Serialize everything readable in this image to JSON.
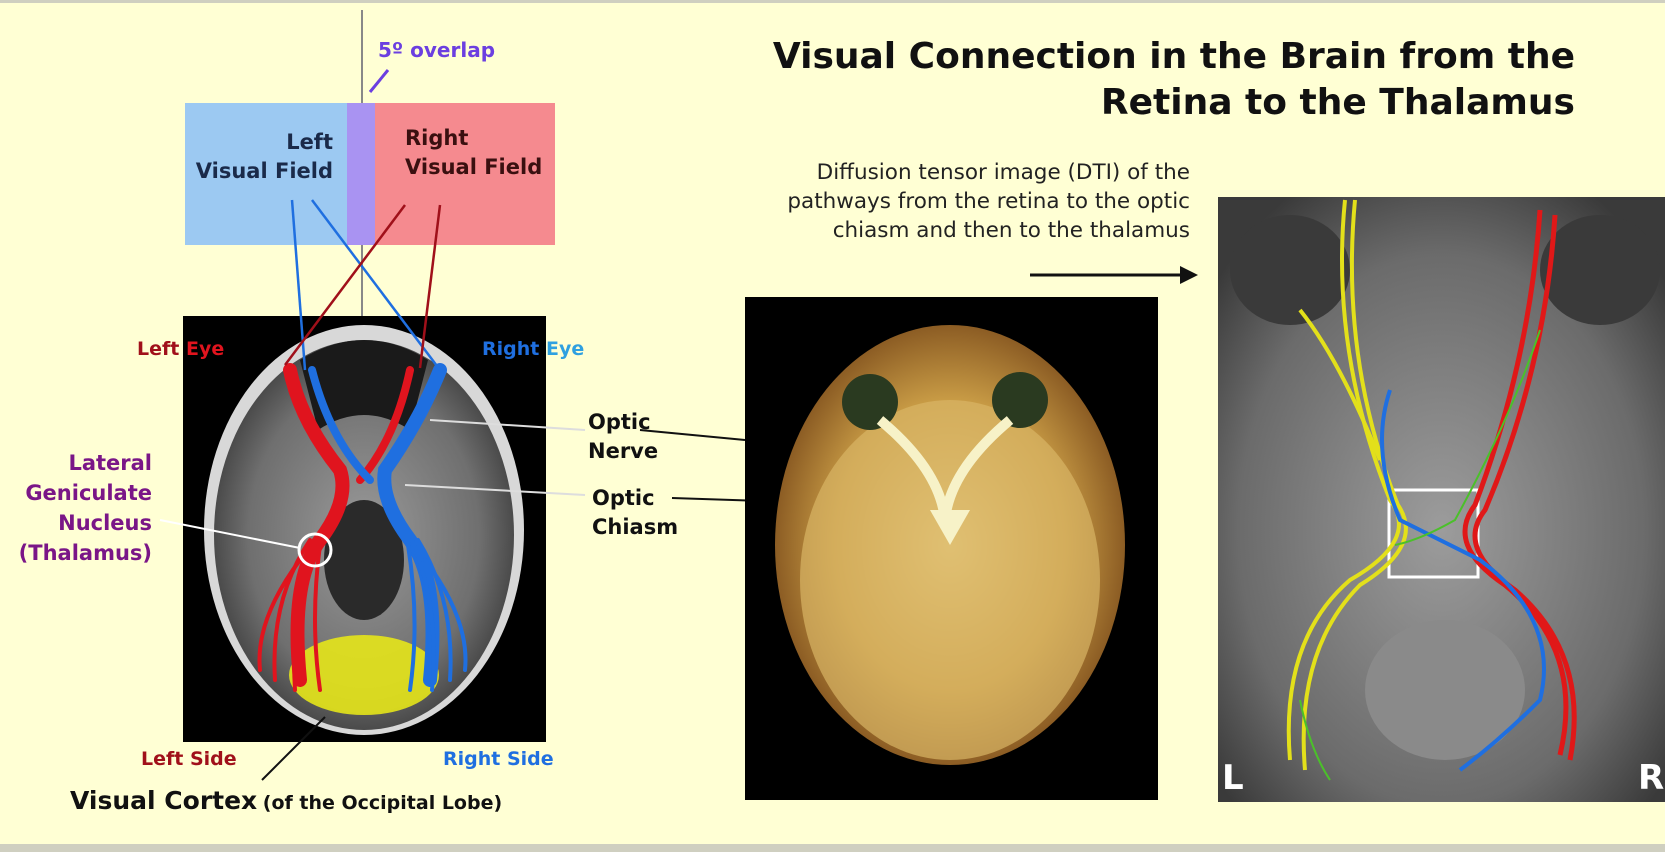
{
  "title": {
    "line1": "Visual Connection in the Brain from the",
    "line2": "Retina to the Thalamus"
  },
  "overlap_label": "5º overlap",
  "fields": {
    "left_line1": "Left",
    "left_line2": "Visual Field",
    "right_line1": "Right",
    "right_line2": "Visual Field"
  },
  "eyes": {
    "left_word1": "Left",
    "left_word2": "Eye",
    "right_word1": "Right",
    "right_word2": "Eye"
  },
  "lgn": {
    "line1": "Lateral",
    "line2": "Geniculate",
    "line3": "Nucleus",
    "line4": "(Thalamus)"
  },
  "optic_nerve": {
    "line1": "Optic",
    "line2": "Nerve"
  },
  "optic_chiasm": {
    "line1": "Optic",
    "line2": "Chiasm"
  },
  "sides": {
    "left": "Left Side",
    "right": "Right Side"
  },
  "visual_cortex": {
    "main": "Visual Cortex",
    "sub": "(of the Occipital Lobe)"
  },
  "dti_caption": {
    "line1": "Diffusion tensor image (DTI) of the",
    "line2": "pathways from the retina to the optic",
    "line3": "chiasm and then to the thalamus"
  },
  "dti_orientation": {
    "left": "L",
    "right": "R"
  },
  "colors": {
    "background": "#ffffd4",
    "left_field": "#9cc9f2",
    "right_field": "#f58a8f",
    "overlap": "#a993f2",
    "left_eye_red": "#d11a2a",
    "right_eye_blue": "#1f6fe0",
    "lgn_purple": "#7a1687",
    "cortex_yellow": "#e6e619",
    "overlap_text": "#6b3fe0"
  }
}
